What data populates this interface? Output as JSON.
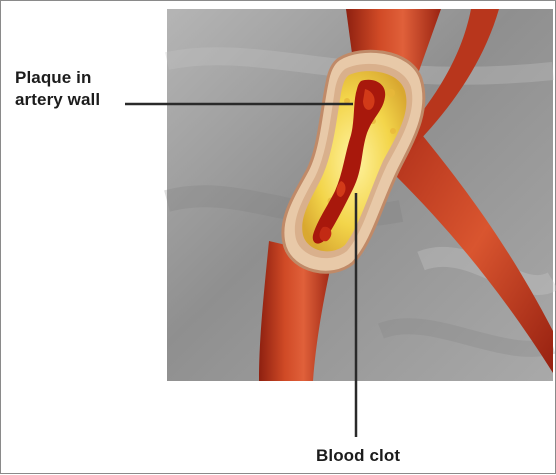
{
  "labels": {
    "plaque_line1": "Plaque in",
    "plaque_line2": "artery wall",
    "blood_clot": "Blood clot"
  },
  "colors": {
    "artery": "#c23a1c",
    "artery_dark": "#8e2010",
    "plaque": "#f3d54a",
    "clot": "#a8180c",
    "background_panel": "#9a9a9a",
    "leader_line": "#2a2a2a"
  }
}
